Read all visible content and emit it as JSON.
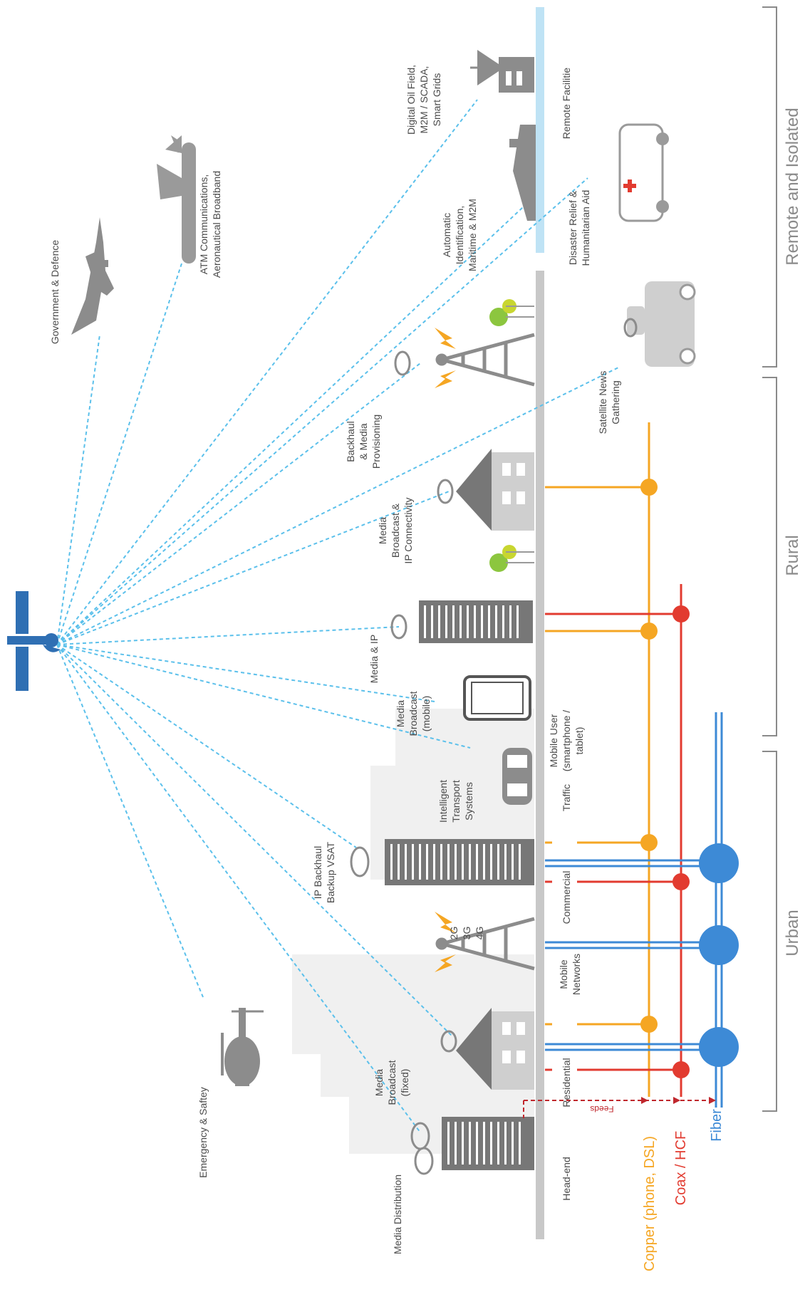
{
  "colors": {
    "copper": "#f5a623",
    "coax": "#e23b30",
    "fiber": "#3d8ad6",
    "satellite": "#2f6fb3",
    "link": "#5bc0eb",
    "building": "#8c8c8c",
    "ground": "#c8c8c8",
    "sea": "#bfe3f5",
    "tree": "#8cc63f"
  },
  "icons": [
    "satellite-icon",
    "jet-icon",
    "airliner-icon",
    "helicopter-icon",
    "oil-rig-icon",
    "ship-icon",
    "ambulance-icon",
    "news-van-icon",
    "tower-icon",
    "house-icon",
    "building-icon",
    "phone-icon",
    "car-icon",
    "dish-icon",
    "tree-icon"
  ],
  "labels": {
    "gov": [
      "Government & Defence"
    ],
    "atm": [
      "ATM Communications,",
      "Aeronautical Broadband"
    ],
    "oil": [
      "Digital Oil Field,",
      "M2M / SCADA,",
      "Smart Grids"
    ],
    "remote_fac": [
      "Remote Facilitie"
    ],
    "ais": [
      "Automatic",
      "Identification,",
      "Maritime & M2M"
    ],
    "disaster": [
      "Disaster Relief &",
      "Humanitarian Aid"
    ],
    "backhaul": [
      "Backhaul",
      "& Media",
      "Provisioning"
    ],
    "sng": [
      "Satellite News",
      "Gathering"
    ],
    "media_bcast_ip": [
      "Media",
      "Broadcast &",
      "IP Connectivity"
    ],
    "media_ip": [
      "Media & IP"
    ],
    "media_mobile": [
      "Media",
      "Broadcast",
      "(mobile)"
    ],
    "mobile_user": [
      "Mobile User",
      "(smartphone /",
      "tablet)"
    ],
    "its": [
      "Intelligent",
      "Transport",
      "Systems"
    ],
    "traffic": [
      "Traffic"
    ],
    "ip_backhaul": [
      "IP Backhaul",
      "Backup VSAT"
    ],
    "commercial": [
      "Commercial"
    ],
    "gen": [
      "2G",
      "3G",
      "4G"
    ],
    "mobile_networks": [
      "Mobile",
      "Networks"
    ],
    "emergency": [
      "Emergency & Saftey"
    ],
    "media_fixed": [
      "Media",
      "Broadcast",
      "(fixed)"
    ],
    "residential": [
      "Residential"
    ],
    "media_dist": [
      "Media Distribution"
    ],
    "headend": [
      "Head-end"
    ],
    "feeds": [
      "Feeds"
    ]
  },
  "zones": {
    "remote": "Remote and Isolated",
    "rural": "Rural",
    "urban": "Urban"
  },
  "legend": {
    "copper": "Copper (phone, DSL)",
    "coax": "Coax / HCF",
    "fiber": "Fiber"
  }
}
